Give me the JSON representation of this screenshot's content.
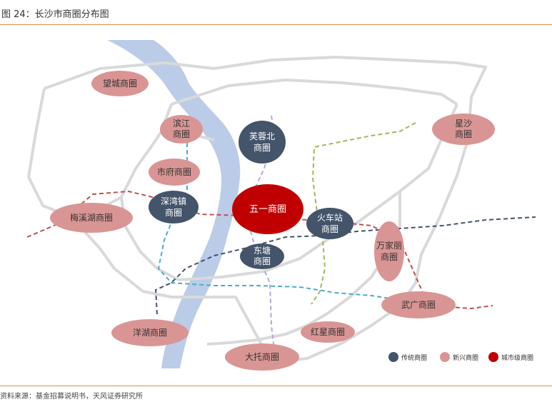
{
  "figure": {
    "title": "图 24：长沙市商圈分布图",
    "source": "资料来源：基金招募说明书，天风证券研究所"
  },
  "colors": {
    "accent_rule": "#e28e44",
    "traditional": "#44546a",
    "emerging": "#d99594",
    "city_level": "#c00000",
    "river": "#b4c7e7",
    "road": "#d9d9d9"
  },
  "legend": {
    "traditional": "传统商圈",
    "emerging": "新兴商圈",
    "city_level": "城市级商圈"
  },
  "zones": {
    "wangcheng": {
      "lines": [
        "望城商圈"
      ],
      "type": "emerging"
    },
    "binjiang": {
      "lines": [
        "滨江",
        "商圈"
      ],
      "type": "emerging"
    },
    "shifu": {
      "lines": [
        "市府商圈"
      ],
      "type": "emerging"
    },
    "furongbei": {
      "lines": [
        "芙蓉北",
        "商圈"
      ],
      "type": "traditional"
    },
    "xingsha": {
      "lines": [
        "星沙",
        "商圈"
      ],
      "type": "emerging"
    },
    "shenwanzhen": {
      "lines": [
        "深湾镇",
        "商圈"
      ],
      "type": "traditional"
    },
    "meixihu": {
      "lines": [
        "梅溪湖商圈"
      ],
      "type": "emerging"
    },
    "wuyi": {
      "lines": [
        "五一商圈"
      ],
      "type": "city_level"
    },
    "huochezhan": {
      "lines": [
        "火车站",
        "商圈"
      ],
      "type": "traditional"
    },
    "wanjiali": {
      "lines": [
        "万家丽",
        "商圈"
      ],
      "type": "emerging"
    },
    "dongtang": {
      "lines": [
        "东塘",
        "商圈"
      ],
      "type": "traditional"
    },
    "wuguang": {
      "lines": [
        "武广商圈"
      ],
      "type": "emerging"
    },
    "yanghu": {
      "lines": [
        "洋湖商圈"
      ],
      "type": "emerging"
    },
    "hongxing": {
      "lines": [
        "红星商圈"
      ],
      "type": "emerging"
    },
    "datuo": {
      "lines": [
        "大托商圈"
      ],
      "type": "emerging"
    }
  }
}
